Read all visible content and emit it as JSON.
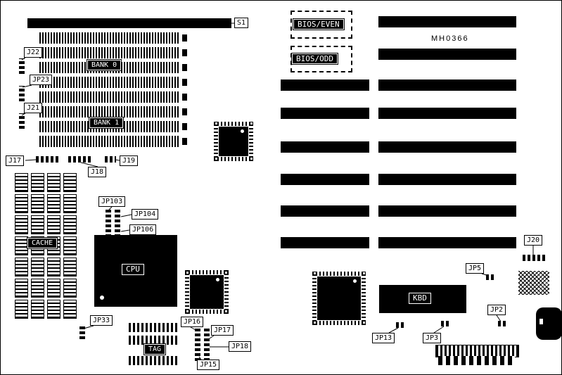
{
  "board": {
    "part_number": "MH0366",
    "labels": {
      "s1": "S1",
      "j22": "J22",
      "jp23": "JP23",
      "j21": "J21",
      "j17": "J17",
      "j18": "J18",
      "j19": "J19",
      "bank0": "BANK 0",
      "bank1": "BANK 1",
      "cache": "CACHE",
      "cpu": "CPU",
      "jp103": "JP103",
      "jp104": "JP104",
      "jp106": "JP106",
      "jp33": "JP33",
      "tag": "TAG",
      "jp16": "JP16",
      "jp17": "JP17",
      "jp18": "JP18",
      "jp15": "JP15",
      "bios_even": "BIOS/EVEN",
      "bios_odd": "BIOS/ODD",
      "kbd": "KBD",
      "jp13": "JP13",
      "jp3": "JP3",
      "jp5": "JP5",
      "jp2": "JP2",
      "j20": "J20"
    }
  }
}
